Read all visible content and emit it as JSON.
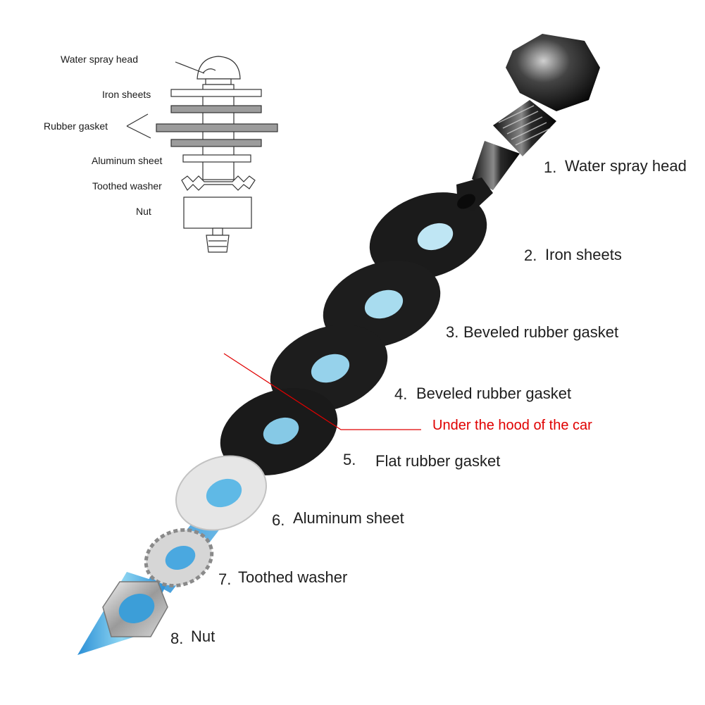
{
  "schematic": {
    "labels": [
      "Water spray head",
      "Iron sheets",
      "Rubber gasket",
      "Aluminum sheet",
      "Toothed washer",
      "Nut"
    ]
  },
  "parts": [
    {
      "num": "1.",
      "label": "Water spray head"
    },
    {
      "num": "2.",
      "label": "Iron sheets"
    },
    {
      "num": "3.",
      "label": "Beveled rubber gasket"
    },
    {
      "num": "4.",
      "label": "Beveled rubber gasket"
    },
    {
      "num": "5.",
      "label": "Flat rubber gasket"
    },
    {
      "num": "6.",
      "label": "Aluminum sheet"
    },
    {
      "num": "7.",
      "label": "Toothed washer"
    },
    {
      "num": "8.",
      "label": "Nut"
    }
  ],
  "hood": {
    "label": "Under the hood of the car",
    "color": "#e00000"
  },
  "colors": {
    "arrow": "#4fb3e6",
    "gasket": "#1c1c1c",
    "aluminum": "#e4e4e4",
    "metal": "#9a9a9a"
  }
}
